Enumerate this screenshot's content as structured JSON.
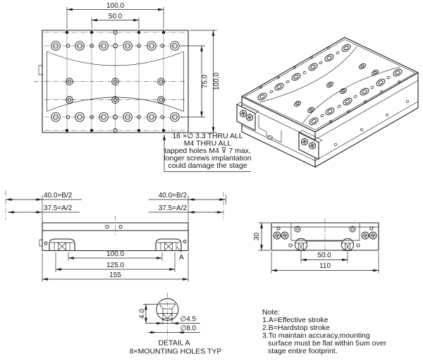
{
  "top_view": {
    "dim_width_outer": "100.0",
    "dim_width_inner": "50.0",
    "dim_height_inner": "75.0",
    "dim_height_outer": "100.0"
  },
  "callout": {
    "lines": [
      "16 ×∅ 3.3 THRU ALL",
      "M4 THRU ALL",
      "tapped holes M4 ⊽ 7 max,",
      "longer screws implantation",
      "could damage the stage"
    ]
  },
  "front_view": {
    "dim_b_left": "40.0=B/2",
    "dim_a_left": "37.5=A/2",
    "dim_b_right": "40.0=B/2",
    "dim_a_right": "37.5=A/2",
    "dim_holes_inner": "100.0",
    "dim_holes_outer": "125.0",
    "dim_total_width": "155",
    "detail_marker": "A"
  },
  "side_view": {
    "dim_height": "30",
    "dim_feet": "50.0",
    "dim_total_width": "110"
  },
  "detail_a": {
    "dim_offset": "4.0",
    "dim_hole_small": "∅4.5",
    "dim_hole_large": "∅8.0",
    "title": "DETAIL A",
    "subtitle": "8×MOUNTING HOLES TYP"
  },
  "note": {
    "title": "Note:",
    "lines": [
      "1.A=Effective stroke",
      "2.B=Hardstop stroke",
      "3.To maintain accuracy,mounting",
      "surface must be flat within 5um over",
      "stage entire footprint."
    ]
  },
  "colors": {
    "line": "#1f1f1f",
    "background": "#ffffff"
  }
}
